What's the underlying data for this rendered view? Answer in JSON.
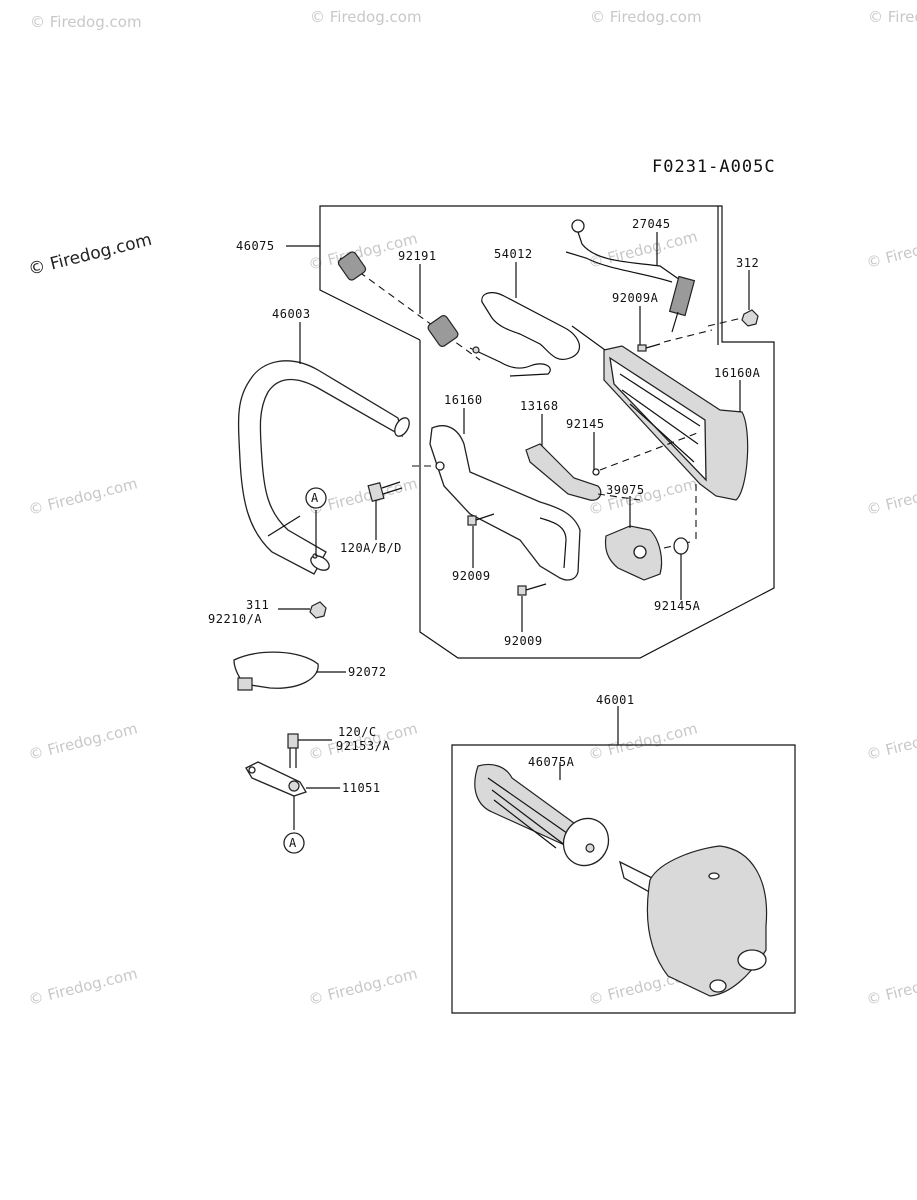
{
  "diagram_code": "F0231-A005C",
  "watermark": "© Firedog.com",
  "labels": {
    "p46075": "46075",
    "p92191": "92191",
    "p54012": "54012",
    "p27045": "27045",
    "p312": "312",
    "p92009A": "92009A",
    "p46003": "46003",
    "p16160": "16160",
    "p13168": "13168",
    "p92145": "92145",
    "p16160A": "16160A",
    "p39075": "39075",
    "p120ABD": "120A/B/D",
    "p92009_1": "92009",
    "p92009_2": "92009",
    "p92145A": "92145A",
    "p311": "311",
    "p92210A": "92210/A",
    "p92072": "92072",
    "p46001": "46001",
    "p46075A": "46075A",
    "p120C": "120/C",
    "p92153A": "92153/A",
    "p11051": "11051",
    "markerA1": "A",
    "markerA2": "A"
  }
}
